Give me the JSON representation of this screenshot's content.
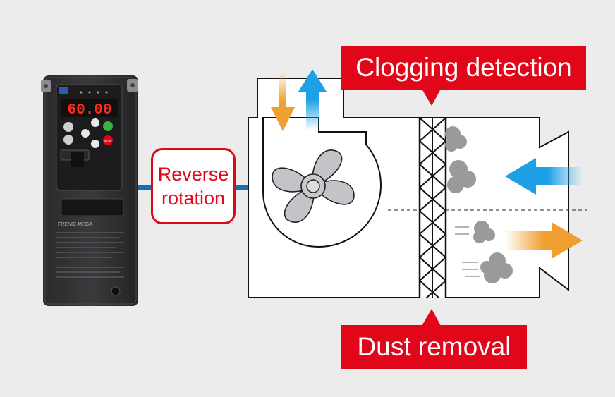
{
  "labels": {
    "clogging_detection": "Clogging detection",
    "dust_removal": "Dust removal",
    "reverse_rotation_line1": "Reverse",
    "reverse_rotation_line2": "rotation"
  },
  "inverter": {
    "display_digits": "60.00",
    "brand": "FRENIC-MEGA",
    "stop_key": "STOP"
  },
  "colors": {
    "accent_red": "#e2061b",
    "intake_blue": "#1ea0e6",
    "exhaust_orange": "#f0a030",
    "connector_blue": "#1a6fb0",
    "dust_gray": "#9a9a9a",
    "background": "#ececec"
  },
  "icons": {
    "fan": "fan-icon",
    "filter": "filter-mesh",
    "dust": "dust-cloud-icon"
  }
}
